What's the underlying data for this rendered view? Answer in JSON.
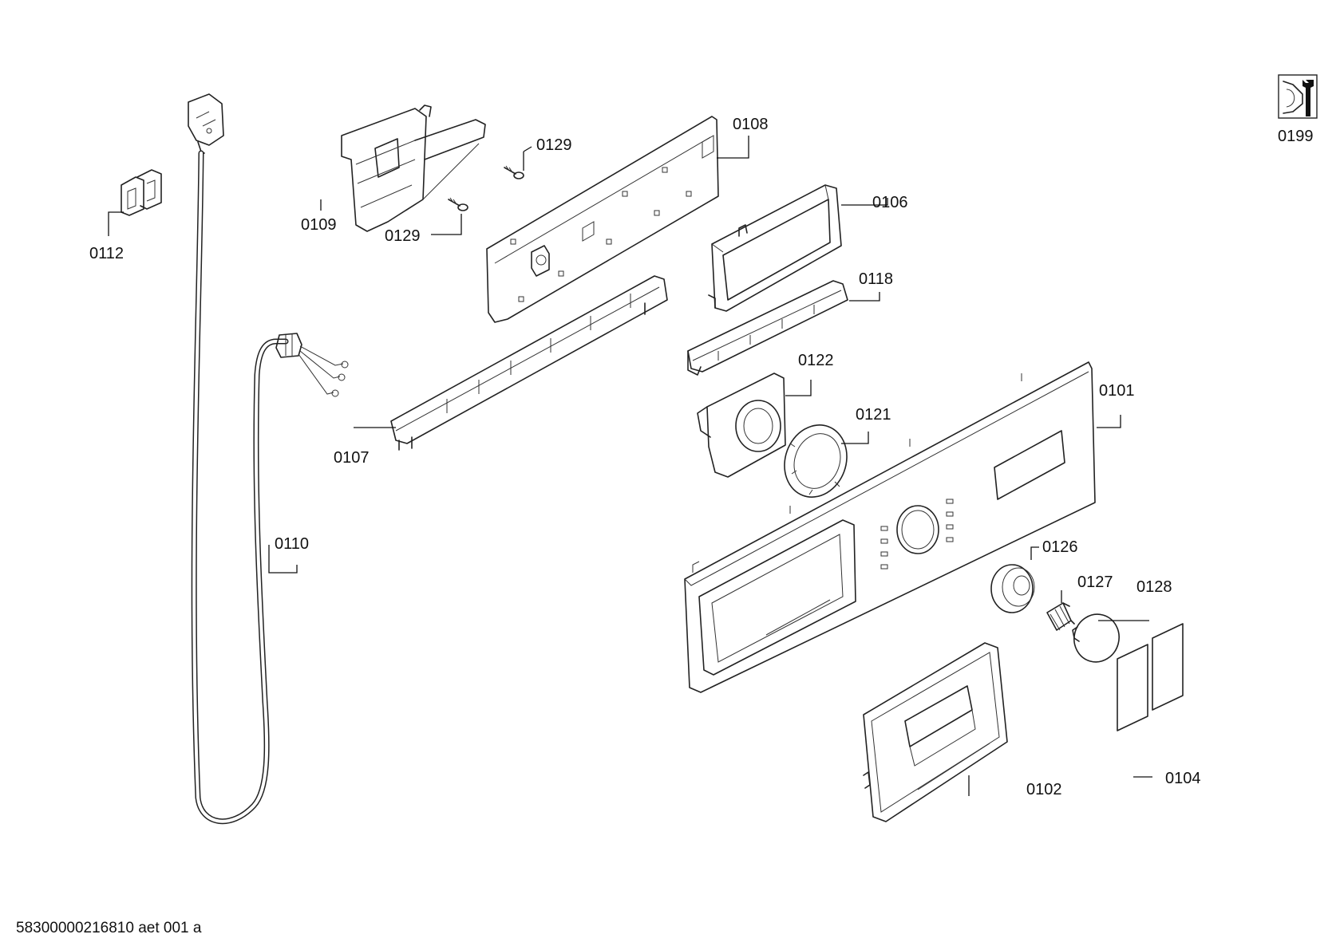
{
  "labels": {
    "p0101": "0101",
    "p0102": "0102",
    "p0104": "0104",
    "p0106": "0106",
    "p0107": "0107",
    "p0108": "0108",
    "p0109": "0109",
    "p0110": "0110",
    "p0112": "0112",
    "p0118": "0118",
    "p0121": "0121",
    "p0122": "0122",
    "p0126": "0126",
    "p0127": "0127",
    "p0128": "0128",
    "p0129a": "0129",
    "p0129b": "0129",
    "p0199": "0199"
  },
  "footer": "58300000216810 aet 001 a",
  "icons": {
    "service_kit": "wrench-service-icon"
  }
}
